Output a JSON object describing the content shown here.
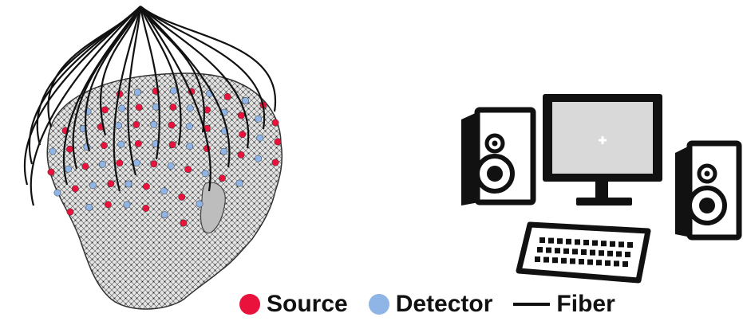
{
  "colors": {
    "source": "#e8123c",
    "detector": "#8fb4e6",
    "fiber": "#111111",
    "head": "#cfcfcf",
    "screen": "#d9d9d9"
  },
  "icons": [
    "head-mesh-icon",
    "speaker-icon",
    "monitor-icon",
    "keyboard-icon"
  ],
  "legend": {
    "source_label": "Source",
    "detector_label": "Detector",
    "fiber_label": "Fiber"
  }
}
